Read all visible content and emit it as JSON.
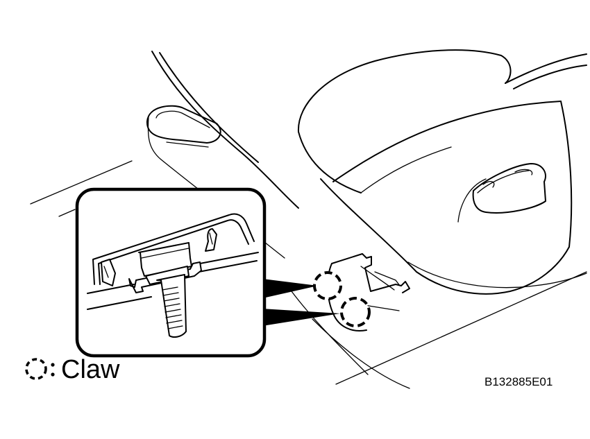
{
  "legend": {
    "icon": "dashed-circle-claw-symbol",
    "separator": ":",
    "label": "Claw"
  },
  "figure_code": "B132885E01"
}
